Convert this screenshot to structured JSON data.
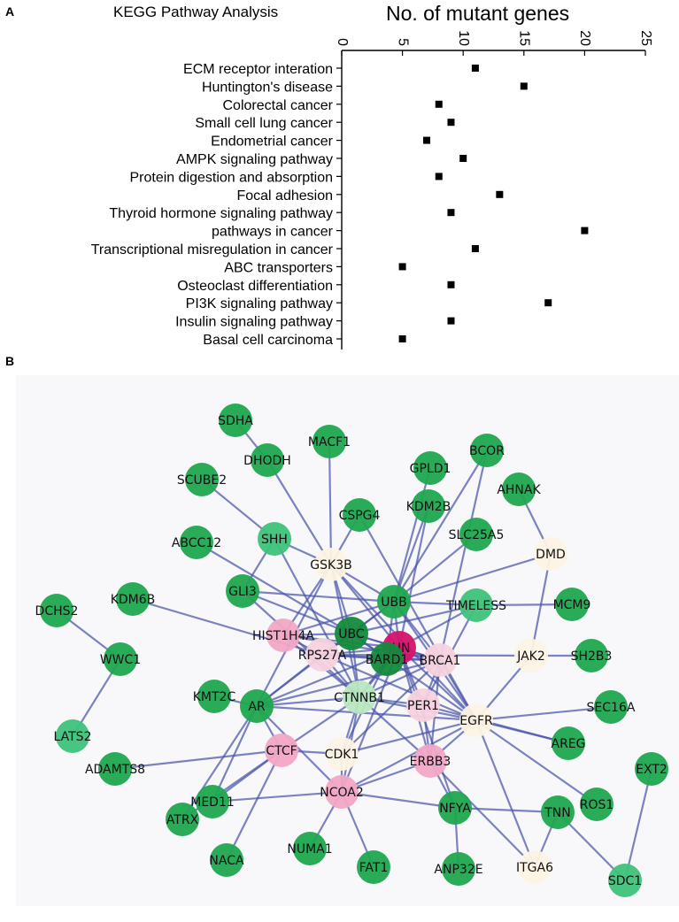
{
  "panel_a": {
    "letter": "A",
    "title": "KEGG Pathway Analysis"
  },
  "panel_b": {
    "letter": "B"
  },
  "chart_data": {
    "type": "scatter",
    "orientation": "horizontal",
    "xlabel": "No. of mutant genes",
    "xlim": [
      0,
      25
    ],
    "xticks": [
      0,
      5,
      10,
      15,
      20,
      25
    ],
    "xaxis_position": "top",
    "categories": [
      "ECM receptor interation",
      "Huntington's disease",
      "Colorectal cancer",
      "Small cell lung cancer",
      "Endometrial cancer",
      "AMPK signaling pathway",
      "Protein digestion and absorption",
      "Focal adhesion",
      "Thyroid hormone signaling pathway",
      "pathways in cancer",
      "Transcriptional misregulation in cancer",
      "ABC transporters",
      "Osteoclast differentiation",
      "PI3K signaling pathway",
      "Insulin signaling pathway",
      "Basal cell carcinoma"
    ],
    "values": [
      11,
      15,
      8,
      9,
      7,
      10,
      8,
      13,
      9,
      20,
      11,
      5,
      9,
      17,
      9,
      5
    ]
  },
  "network": {
    "colors": {
      "green": "#1fa64f",
      "light_green": "#3ec27a",
      "pale_green": "#b8e8c0",
      "dark_green": "#148a3c",
      "magenta": "#d4136b",
      "pink": "#f2a6c6",
      "light_pink": "#f7d2de",
      "cream": "#fcf3e3",
      "edge": "#4a55a8"
    },
    "nodes": [
      {
        "id": "SDHA",
        "color": "green"
      },
      {
        "id": "MACF1",
        "color": "green"
      },
      {
        "id": "GPLD1",
        "color": "green"
      },
      {
        "id": "BCOR",
        "color": "green"
      },
      {
        "id": "DHODH",
        "color": "green"
      },
      {
        "id": "SCUBE2",
        "color": "green"
      },
      {
        "id": "AHNAK",
        "color": "green"
      },
      {
        "id": "KDM2B",
        "color": "green"
      },
      {
        "id": "CSPG4",
        "color": "green"
      },
      {
        "id": "SHH",
        "color": "light_green"
      },
      {
        "id": "SLC25A5",
        "color": "green"
      },
      {
        "id": "ABCC12",
        "color": "green"
      },
      {
        "id": "GSK3B",
        "color": "cream"
      },
      {
        "id": "DMD",
        "color": "cream"
      },
      {
        "id": "DCHS2",
        "color": "green"
      },
      {
        "id": "KDM6B",
        "color": "green"
      },
      {
        "id": "GLI3",
        "color": "green"
      },
      {
        "id": "UBB",
        "color": "green"
      },
      {
        "id": "TIMELESS",
        "color": "light_green"
      },
      {
        "id": "MCM9",
        "color": "green"
      },
      {
        "id": "HIST1H4A",
        "color": "pink"
      },
      {
        "id": "UBC",
        "color": "dark_green"
      },
      {
        "id": "JUN",
        "color": "magenta"
      },
      {
        "id": "WWC1",
        "color": "green"
      },
      {
        "id": "JAK2",
        "color": "cream"
      },
      {
        "id": "SH2B3",
        "color": "green"
      },
      {
        "id": "RPS27A",
        "color": "light_pink"
      },
      {
        "id": "BARD1",
        "color": "dark_green"
      },
      {
        "id": "BRCA1",
        "color": "light_pink"
      },
      {
        "id": "KMT2C",
        "color": "green"
      },
      {
        "id": "AR",
        "color": "green"
      },
      {
        "id": "CTNNB1",
        "color": "pale_green"
      },
      {
        "id": "PER1",
        "color": "light_pink"
      },
      {
        "id": "EGFR",
        "color": "cream"
      },
      {
        "id": "SEC16A",
        "color": "green"
      },
      {
        "id": "LATS2",
        "color": "light_green"
      },
      {
        "id": "CTCF",
        "color": "pink"
      },
      {
        "id": "CDK1",
        "color": "cream"
      },
      {
        "id": "ERBB3",
        "color": "pink"
      },
      {
        "id": "AREG",
        "color": "green"
      },
      {
        "id": "EXT2",
        "color": "green"
      },
      {
        "id": "ADAMTS8",
        "color": "green"
      },
      {
        "id": "NCOA2",
        "color": "pink"
      },
      {
        "id": "MED11",
        "color": "green"
      },
      {
        "id": "NFYA",
        "color": "green"
      },
      {
        "id": "TNN",
        "color": "green"
      },
      {
        "id": "ROS1",
        "color": "green"
      },
      {
        "id": "ATRX",
        "color": "green"
      },
      {
        "id": "NACA",
        "color": "green"
      },
      {
        "id": "NUMA1",
        "color": "green"
      },
      {
        "id": "FAT1",
        "color": "green"
      },
      {
        "id": "ANP32E",
        "color": "green"
      },
      {
        "id": "ITGA6",
        "color": "cream"
      },
      {
        "id": "SDC1",
        "color": "light_green"
      }
    ],
    "edges": [
      [
        "SDHA",
        "DHODH"
      ],
      [
        "DHODH",
        "GSK3B"
      ],
      [
        "SCUBE2",
        "SHH"
      ],
      [
        "MACF1",
        "GSK3B"
      ],
      [
        "GPLD1",
        "UBB"
      ],
      [
        "BCOR",
        "UBB"
      ],
      [
        "BCOR",
        "BRCA1"
      ],
      [
        "AHNAK",
        "DMD"
      ],
      [
        "KDM2B",
        "UBB"
      ],
      [
        "KDM2B",
        "JUN"
      ],
      [
        "CSPG4",
        "GSK3B"
      ],
      [
        "CSPG4",
        "EGFR"
      ],
      [
        "SLC25A5",
        "UBB"
      ],
      [
        "ABCC12",
        "UBC"
      ],
      [
        "SHH",
        "GSK3B"
      ],
      [
        "SHH",
        "GLI3"
      ],
      [
        "SHH",
        "CTNNB1"
      ],
      [
        "DMD",
        "JAK2"
      ],
      [
        "DMD",
        "UBB"
      ],
      [
        "DCHS2",
        "WWC1"
      ],
      [
        "WWC1",
        "LATS2"
      ],
      [
        "KDM6B",
        "RPS27A"
      ],
      [
        "GLI3",
        "UBB"
      ],
      [
        "GLI3",
        "CTNNB1"
      ],
      [
        "GSK3B",
        "CTNNB1"
      ],
      [
        "GSK3B",
        "JUN"
      ],
      [
        "GSK3B",
        "UBC"
      ],
      [
        "GSK3B",
        "UBB"
      ],
      [
        "GSK3B",
        "EGFR"
      ],
      [
        "GSK3B",
        "AR"
      ],
      [
        "GSK3B",
        "HIST1H4A"
      ],
      [
        "UBB",
        "UBC"
      ],
      [
        "UBB",
        "JUN"
      ],
      [
        "UBB",
        "RPS27A"
      ],
      [
        "UBB",
        "BRCA1"
      ],
      [
        "UBB",
        "TIMELESS"
      ],
      [
        "UBB",
        "EGFR"
      ],
      [
        "UBB",
        "BARD1"
      ],
      [
        "UBB",
        "HIST1H4A"
      ],
      [
        "UBC",
        "JUN"
      ],
      [
        "UBC",
        "RPS27A"
      ],
      [
        "UBC",
        "HIST1H4A"
      ],
      [
        "UBC",
        "BARD1"
      ],
      [
        "UBC",
        "BRCA1"
      ],
      [
        "UBC",
        "CTNNB1"
      ],
      [
        "UBC",
        "AR"
      ],
      [
        "UBC",
        "EGFR"
      ],
      [
        "UBC",
        "TIMELESS"
      ],
      [
        "TIMELESS",
        "MCM9"
      ],
      [
        "TIMELESS",
        "PER1"
      ],
      [
        "TIMELESS",
        "JUN"
      ],
      [
        "JAK2",
        "EGFR"
      ],
      [
        "JAK2",
        "SH2B3"
      ],
      [
        "JAK2",
        "RPS27A"
      ],
      [
        "HIST1H4A",
        "RPS27A"
      ],
      [
        "HIST1H4A",
        "JUN"
      ],
      [
        "HIST1H4A",
        "CTNNB1"
      ],
      [
        "HIST1H4A",
        "BRCA1"
      ],
      [
        "JUN",
        "RPS27A"
      ],
      [
        "JUN",
        "BARD1"
      ],
      [
        "JUN",
        "BRCA1"
      ],
      [
        "JUN",
        "CTNNB1"
      ],
      [
        "JUN",
        "PER1"
      ],
      [
        "JUN",
        "EGFR"
      ],
      [
        "JUN",
        "AR"
      ],
      [
        "JUN",
        "NCOA2"
      ],
      [
        "JUN",
        "ERBB3"
      ],
      [
        "JUN",
        "NFYA"
      ],
      [
        "RPS27A",
        "BRCA1"
      ],
      [
        "RPS27A",
        "CTNNB1"
      ],
      [
        "RPS27A",
        "AR"
      ],
      [
        "RPS27A",
        "EGFR"
      ],
      [
        "RPS27A",
        "BARD1"
      ],
      [
        "BARD1",
        "BRCA1"
      ],
      [
        "BARD1",
        "CTNNB1"
      ],
      [
        "BRCA1",
        "EGFR"
      ],
      [
        "BRCA1",
        "CTNNB1"
      ],
      [
        "BRCA1",
        "AR"
      ],
      [
        "BRCA1",
        "PER1"
      ],
      [
        "BRCA1",
        "ERBB3"
      ],
      [
        "BRCA1",
        "CDK1"
      ],
      [
        "KMT2C",
        "AR"
      ],
      [
        "AR",
        "CTNNB1"
      ],
      [
        "AR",
        "CTCF"
      ],
      [
        "AR",
        "NCOA2"
      ],
      [
        "AR",
        "ATRX"
      ],
      [
        "AR",
        "EGFR"
      ],
      [
        "CTNNB1",
        "EGFR"
      ],
      [
        "CTNNB1",
        "CDK1"
      ],
      [
        "CTNNB1",
        "PER1"
      ],
      [
        "CTNNB1",
        "CTCF"
      ],
      [
        "CTNNB1",
        "ERBB3"
      ],
      [
        "EGFR",
        "ERBB3"
      ],
      [
        "EGFR",
        "AREG"
      ],
      [
        "EGFR",
        "SEC16A"
      ],
      [
        "EGFR",
        "ROS1"
      ],
      [
        "EGFR",
        "ITGA6"
      ],
      [
        "EGFR",
        "CDK1"
      ],
      [
        "EGFR",
        "NCOA2"
      ],
      [
        "CTCF",
        "CDK1"
      ],
      [
        "CTCF",
        "ATRX"
      ],
      [
        "CTCF",
        "NACA"
      ],
      [
        "CTCF",
        "MED11"
      ],
      [
        "CDK1",
        "NCOA2"
      ],
      [
        "NCOA2",
        "ERBB3"
      ],
      [
        "NCOA2",
        "MED11"
      ],
      [
        "NCOA2",
        "NUMA1"
      ],
      [
        "NCOA2",
        "FAT1"
      ],
      [
        "NCOA2",
        "NFYA"
      ],
      [
        "ERBB3",
        "NFYA"
      ],
      [
        "ERBB3",
        "ITGA6"
      ],
      [
        "NFYA",
        "ANP32E"
      ],
      [
        "NFYA",
        "TNN"
      ],
      [
        "ITGA6",
        "TNN"
      ],
      [
        "TNN",
        "SDC1"
      ],
      [
        "SDC1",
        "EXT2"
      ],
      [
        "PER1",
        "ERBB3"
      ],
      [
        "PER1",
        "AREG"
      ],
      [
        "ADAMTS8",
        "CTCF"
      ],
      [
        "MED11",
        "AR"
      ],
      [
        "UBC",
        "GLI3"
      ],
      [
        "BARD1",
        "CDK1"
      ],
      [
        "CTNNB1",
        "NCOA2"
      ]
    ]
  }
}
